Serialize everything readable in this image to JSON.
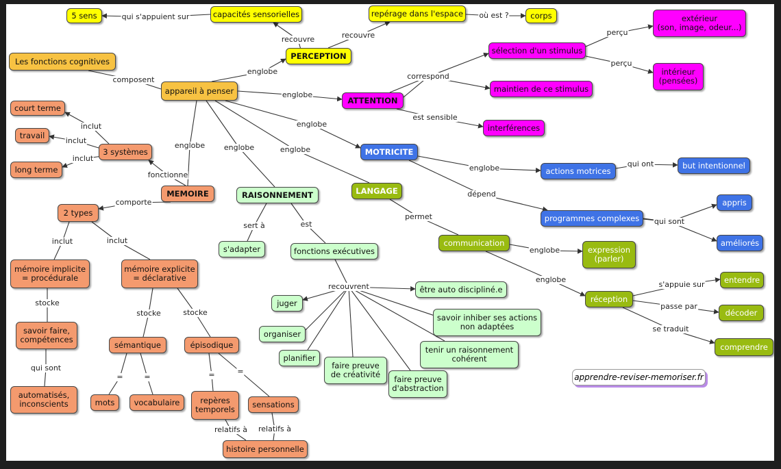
{
  "colors": {
    "yellow": "#ffff00",
    "orange": "#f7c242",
    "magenta": "#ff00ff",
    "blue": "#3f73e6",
    "salmon": "#f49a6e",
    "mint": "#ccffcc",
    "olive": "#99bb11",
    "line": "#333333"
  },
  "nodes": {
    "cinq_sens": "5 sens",
    "capacites_sensorielles": "capacités sensorielles",
    "reperage_espace": "repérage dans l'espace",
    "corps": "corps",
    "exterieur": [
      "extérieur",
      "(son, image, odeur...)"
    ],
    "fonctions_cognitives": "Les fonctions cognitives",
    "perception": "PERCEPTION",
    "selection_stimulus": "sélection d'un stimulus",
    "interieur": [
      "intérieur",
      "(pensées)"
    ],
    "appareil_penser": "appareil à penser",
    "attention": "ATTENTION",
    "maintien_stimulus": "maintien de ce stimulus",
    "court_terme": "court terme",
    "interferences": "interférences",
    "travail": "travail",
    "trois_systemes": "3 systèmes",
    "motricite": "MOTRICITE",
    "long_terme": "long terme",
    "actions_motrices": "actions motrices",
    "but_intentionnel": "but intentionnel",
    "memoire": "MEMOIRE",
    "raisonnement": "RAISONNEMENT",
    "langage": "LANGAGE",
    "appris": "appris",
    "deux_types": "2 types",
    "programmes_complexes": "programmes complexes",
    "ameliores": "améliorés",
    "s_adapter": "s'adapter",
    "fonctions_executives": "fonctions exécutives",
    "communication": "communication",
    "expression": [
      "expression",
      "(parler)"
    ],
    "memoire_implicite": [
      "mémoire implicite",
      "= procédurale"
    ],
    "memoire_explicite": [
      "mémoire explicite",
      "= déclarative"
    ],
    "entendre": "entendre",
    "etre_auto_discipline": "être auto discipliné.e",
    "juger": "juger",
    "reception": "réception",
    "savoir_inhiber": [
      "savoir inhiber ses actions",
      "non adaptées"
    ],
    "decoder": "décoder",
    "savoir_faire": [
      "savoir faire,",
      "compétences"
    ],
    "organiser": "organiser",
    "semantique": "sémantique",
    "episodique": "épisodique",
    "comprendre": "comprendre",
    "tenir_raisonnement": [
      "tenir un raisonnement",
      "cohérent"
    ],
    "planifier": "planifier",
    "creativite": [
      "faire preuve",
      "de créativité"
    ],
    "abstraction": [
      "faire preuve",
      "d'abstraction"
    ],
    "automatises": [
      "automatisés,",
      "inconscients"
    ],
    "mots": "mots",
    "vocabulaire": "vocabulaire",
    "reperes_temporels": [
      "repères",
      "temporels"
    ],
    "sensations": "sensations",
    "histoire_personnelle": "histoire personnelle"
  },
  "links": {
    "qui_s_appuient_sur": "qui s'appuient sur",
    "recouvre_capacites": "recouvre",
    "recouvre_reperage": "recouvre",
    "ou_est": "où est ?",
    "percu_ext": "perçu",
    "percu_int": "perçu",
    "composent": "composent",
    "englobe_perception": "englobe",
    "englobe_attention": "englobe",
    "correspond": "correspond",
    "est_sensible": "est sensible",
    "inclut_court": "inclut",
    "inclut_travail": "inclut",
    "inclut_long": "inclut",
    "englobe_motricite": "englobe",
    "englobe_memoire": "englobe",
    "englobe_raisonnement": "englobe",
    "englobe_langage": "englobe",
    "fonctionne": "fonctionne",
    "englobe_actions": "englobe",
    "qui_ont": "qui ont",
    "comporte": "comporte",
    "depend": "dépend",
    "sert_a": "sert à",
    "est": "est",
    "permet": "permet",
    "qui_sont_prog": "qui sont",
    "inclut_implicite": "inclut",
    "inclut_explicite": "inclut",
    "englobe_expression": "englobe",
    "englobe_reception": "englobe",
    "stocke_implicite": "stocke",
    "stocke_semantique": "stocke",
    "stocke_episodique": "stocke",
    "recouvrent": "recouvrent",
    "s_appuie_sur": "s'appuie sur",
    "passe_par": "passe par",
    "se_traduit": "se traduit",
    "qui_sont_savoir": "qui sont",
    "eq_mots": "=",
    "eq_vocabulaire": "=",
    "eq_reperes": "=",
    "eq_sensations": "=",
    "relatifs_a_1": "relatifs à",
    "relatifs_a_2": "relatifs à"
  },
  "credit": "apprendre-reviser-memoriser.fr"
}
